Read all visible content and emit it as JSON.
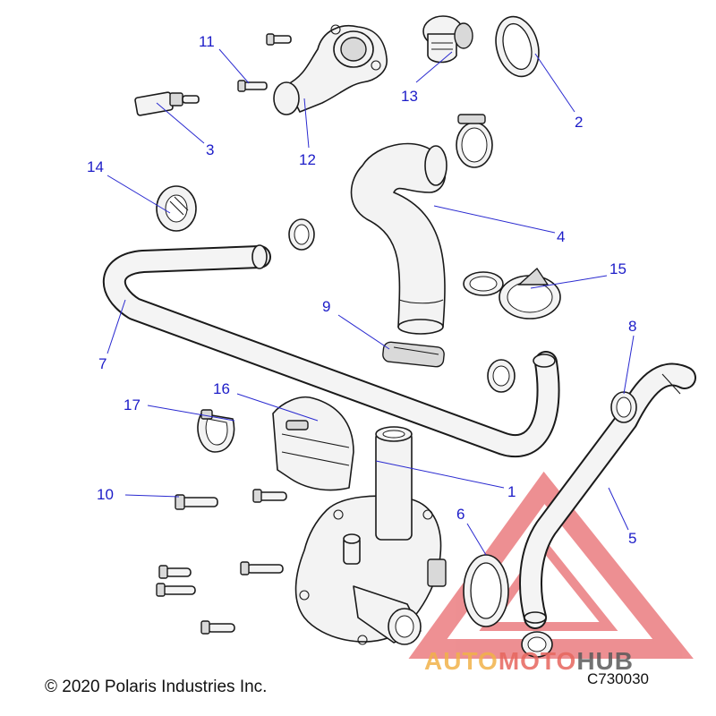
{
  "callouts": [
    "1",
    "2",
    "3",
    "4",
    "5",
    "6",
    "7",
    "8",
    "9",
    "10",
    "11",
    "12",
    "13",
    "14",
    "15",
    "16",
    "17"
  ],
  "footer": {
    "copyright": "© 2020 Polaris Industries Inc.",
    "diagram_code": "C730030"
  },
  "watermark": {
    "text": "AUTOMOTOHUB",
    "colors": {
      "auto": "#f1b24a",
      "moto": "#e7665e",
      "hub": "#5a5a5a",
      "triangle": "#e0343a"
    }
  },
  "colors": {
    "callout": "#1c1cc8",
    "leader": "#2a2ad0",
    "line": "#1a1a1a"
  }
}
